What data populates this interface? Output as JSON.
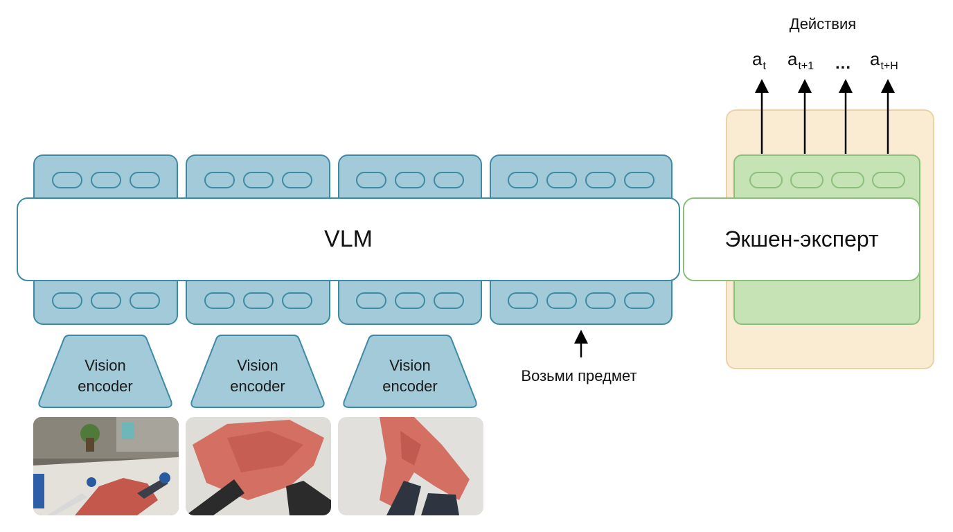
{
  "vlm": {
    "label": "VLM"
  },
  "action_expert": {
    "label": "Экшен-эксперт"
  },
  "actions": {
    "title": "Действия",
    "a_t": {
      "base": "a",
      "sub": "t"
    },
    "a_t1": {
      "base": "a",
      "sub": "t+1"
    },
    "ellipsis": "...",
    "a_tH": {
      "base": "a",
      "sub": "t+H"
    }
  },
  "encoders": [
    {
      "line1": "Vision",
      "line2": "encoder"
    },
    {
      "line1": "Vision",
      "line2": "encoder"
    },
    {
      "line1": "Vision",
      "line2": "encoder"
    }
  ],
  "instruction": "Возьми предмет",
  "colors": {
    "vlm_blue": "#a3cad8",
    "vlm_border": "#3d8aa4",
    "expert_green": "#c5e3b4",
    "expert_peach": "#faebd3"
  }
}
